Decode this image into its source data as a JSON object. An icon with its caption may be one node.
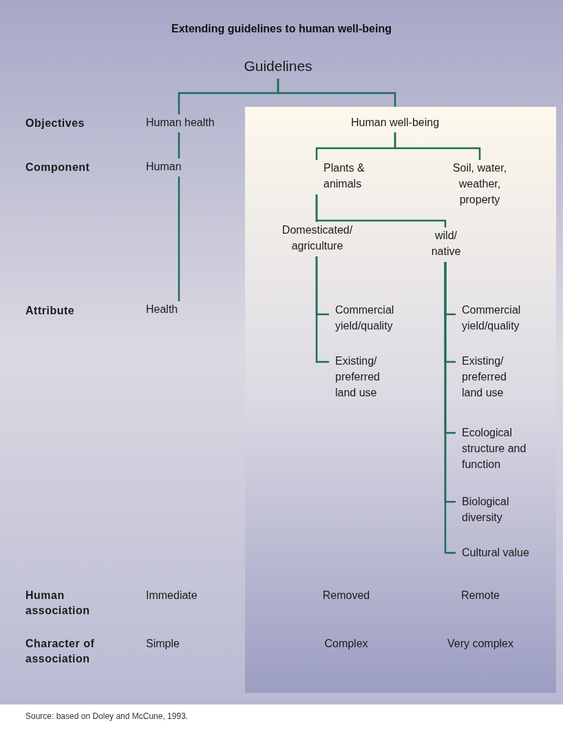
{
  "diagram": {
    "title": "Extending guidelines to human well-being",
    "caption": "Source: based on Doley and McCune, 1993.",
    "nodes": [
      {
        "text": [
          "Guidelines"
        ]
      },
      {
        "text": [],
        "shape": "box"
      },
      {
        "text": [
          "Human health"
        ]
      },
      {
        "text": [
          "Human"
        ]
      },
      {
        "text": [
          "Health"
        ]
      },
      {
        "text": [
          "Human well-being"
        ],
        "in": 1
      },
      {
        "text": [
          "Plants & animals"
        ],
        "in": 1
      },
      {
        "text": [
          "Soil, water, weather, property"
        ],
        "in": 1
      },
      {
        "text": [
          "Domesticated/ agriculture"
        ],
        "in": 1
      },
      {
        "text": [
          "wild/ native"
        ],
        "in": 1
      },
      {
        "text": [
          "Commercial yield/quality"
        ],
        "in": 1
      },
      {
        "text": [
          "Existing/ preferred land use"
        ],
        "in": 1
      },
      {
        "text": [
          "Commercial yield/quality"
        ],
        "in": 1
      },
      {
        "text": [
          "Existing/ preferred land use"
        ],
        "in": 1
      },
      {
        "text": [
          "Ecological structure and function"
        ],
        "in": 1
      },
      {
        "text": [
          "Biological diversity"
        ],
        "in": 1
      },
      {
        "text": [
          "Cultural value"
        ],
        "in": 1
      }
    ],
    "edges": [
      {
        "from": 0,
        "to": 2,
        "arrow": "none"
      },
      {
        "from": 0,
        "to": 5,
        "arrow": "none"
      },
      {
        "from": 2,
        "to": 3,
        "arrow": "none"
      },
      {
        "from": 3,
        "to": 4,
        "arrow": "none"
      },
      {
        "from": 5,
        "to": 6,
        "arrow": "none"
      },
      {
        "from": 5,
        "to": 7,
        "arrow": "none"
      },
      {
        "from": 6,
        "to": 8,
        "arrow": "none"
      },
      {
        "from": 6,
        "to": 9,
        "arrow": "none"
      },
      {
        "from": 8,
        "to": 10,
        "arrow": "none"
      },
      {
        "from": 8,
        "to": 11,
        "arrow": "none"
      },
      {
        "from": 9,
        "to": 12,
        "arrow": "none"
      },
      {
        "from": 9,
        "to": 13,
        "arrow": "none"
      },
      {
        "from": 9,
        "to": 14,
        "arrow": "none"
      },
      {
        "from": 9,
        "to": 15,
        "arrow": "none"
      },
      {
        "from": 9,
        "to": 16,
        "arrow": "none"
      }
    ],
    "labels": [
      "Objectives",
      "Component",
      "Attribute",
      "Human association",
      "Immediate",
      "Removed",
      "Remote",
      "Character of association",
      "Simple",
      "Complex",
      "Very complex"
    ]
  }
}
